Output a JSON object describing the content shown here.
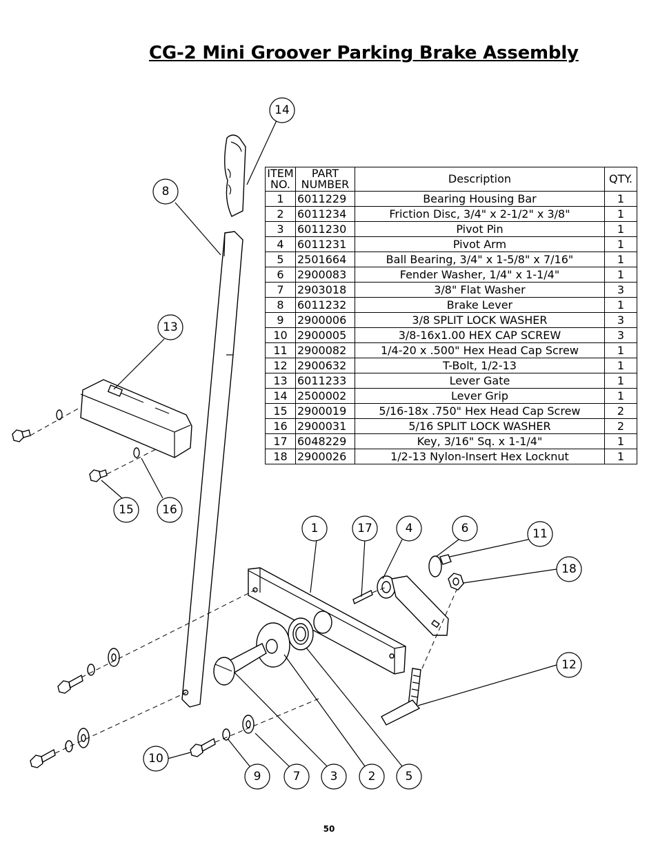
{
  "title": "CG-2 Mini Groover Parking Brake Assembly",
  "table": {
    "headers": {
      "item_line1": "ITEM",
      "item_line2": "NO.",
      "part_line1": "PART",
      "part_line2": "NUMBER",
      "description": "Description",
      "qty": "QTY."
    },
    "rows": [
      {
        "item": "1",
        "part": "6011229",
        "description": "Bearing Housing Bar",
        "qty": "1"
      },
      {
        "item": "2",
        "part": "6011234",
        "description": "Friction Disc, 3/4\" x 2-1/2\" x 3/8\"",
        "qty": "1"
      },
      {
        "item": "3",
        "part": "6011230",
        "description": "Pivot Pin",
        "qty": "1"
      },
      {
        "item": "4",
        "part": "6011231",
        "description": "Pivot Arm",
        "qty": "1"
      },
      {
        "item": "5",
        "part": "2501664",
        "description": "Ball Bearing, 3/4\" x 1-5/8\" x 7/16\"",
        "qty": "1"
      },
      {
        "item": "6",
        "part": "2900083",
        "description": "Fender Washer, 1/4\" x 1-1/4\"",
        "qty": "1"
      },
      {
        "item": "7",
        "part": "2903018",
        "description": "3/8\" Flat Washer",
        "qty": "3"
      },
      {
        "item": "8",
        "part": "6011232",
        "description": "Brake Lever",
        "qty": "1"
      },
      {
        "item": "9",
        "part": "2900006",
        "description": "3/8 SPLIT LOCK WASHER",
        "qty": "3"
      },
      {
        "item": "10",
        "part": "2900005",
        "description": "3/8-16x1.00 HEX CAP SCREW",
        "qty": "3"
      },
      {
        "item": "11",
        "part": "2900082",
        "description": "1/4-20 x .500\" Hex Head Cap Screw",
        "qty": "1"
      },
      {
        "item": "12",
        "part": "2900632",
        "description": "T-Bolt, 1/2-13",
        "qty": "1"
      },
      {
        "item": "13",
        "part": "6011233",
        "description": "Lever Gate",
        "qty": "1"
      },
      {
        "item": "14",
        "part": "2500002",
        "description": "Lever Grip",
        "qty": "1"
      },
      {
        "item": "15",
        "part": "2900019",
        "description": "5/16-18x .750\" Hex Head Cap Screw",
        "qty": "2"
      },
      {
        "item": "16",
        "part": "2900031",
        "description": "5/16 SPLIT LOCK WASHER",
        "qty": "2"
      },
      {
        "item": "17",
        "part": "6048229",
        "description": "Key, 3/16\" Sq. x 1-1/4\"",
        "qty": "1"
      },
      {
        "item": "18",
        "part": "2900026",
        "description": "1/2-13 Nylon-Insert Hex Locknut",
        "qty": "1"
      }
    ]
  },
  "callouts": [
    "14",
    "8",
    "13",
    "15",
    "16",
    "1",
    "17",
    "4",
    "6",
    "11",
    "18",
    "12",
    "10",
    "9",
    "7",
    "3",
    "2",
    "5"
  ],
  "page_number": "50"
}
